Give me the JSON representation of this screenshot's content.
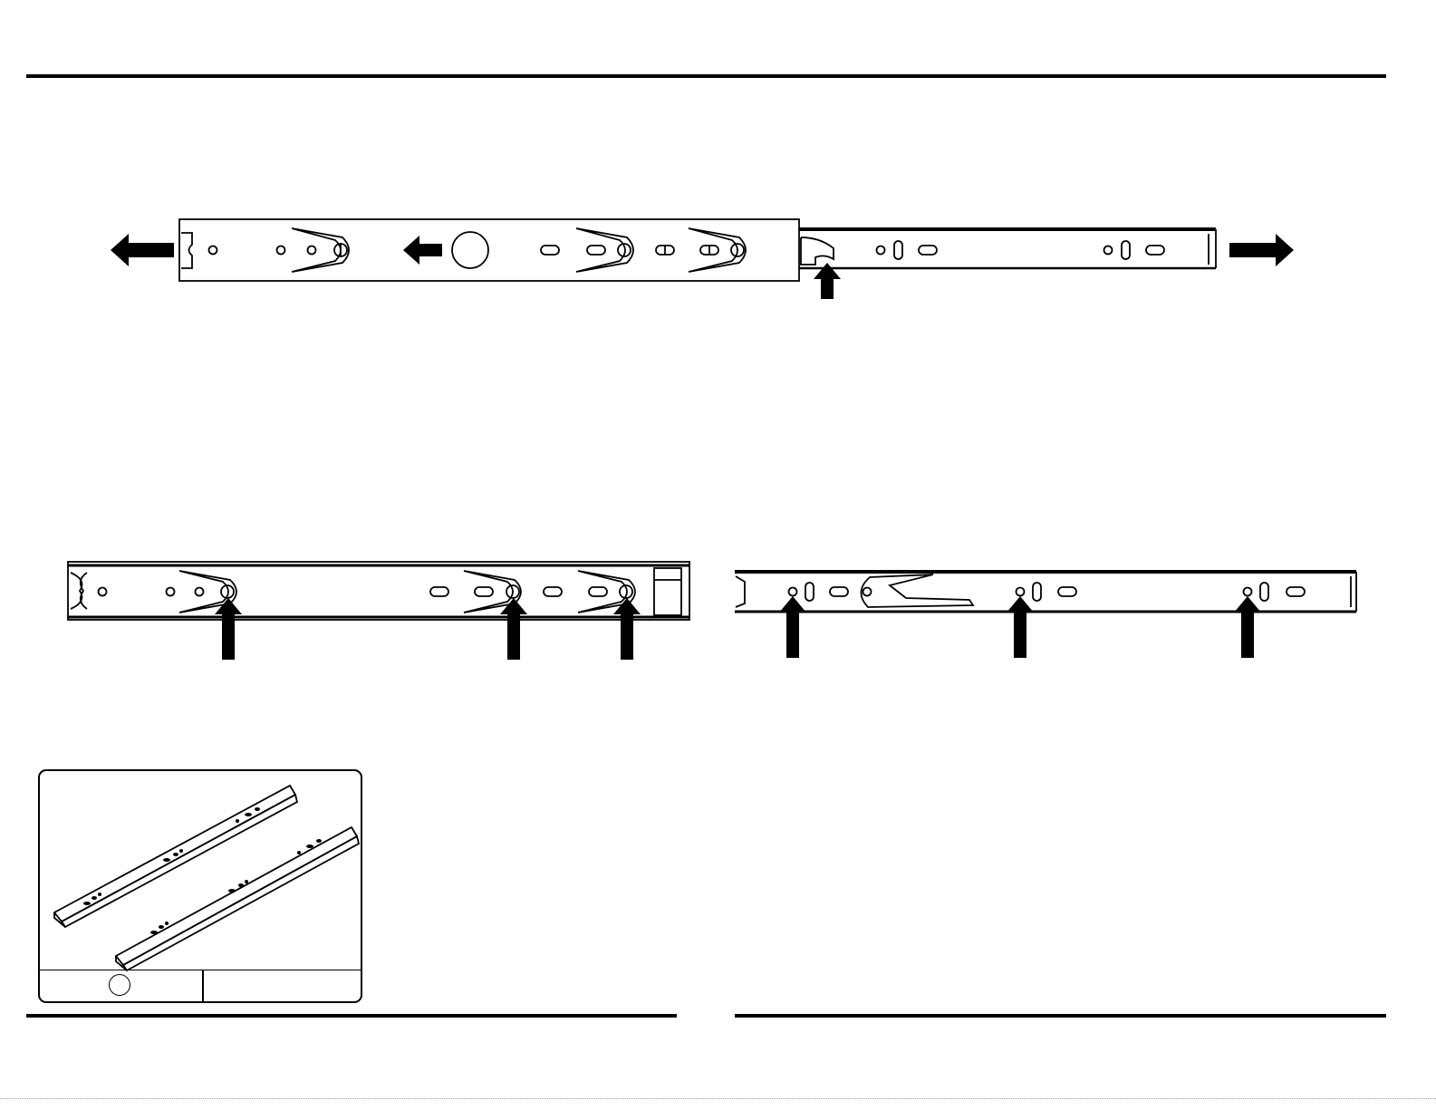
{
  "diagram": {
    "step_top": {
      "description_visible": "",
      "arrows": [
        "pull-left-arrow",
        "pull-left-arrow",
        "release-up-arrow",
        "pull-right-arrow"
      ]
    },
    "step_middle_left": {
      "arrows": [
        "screw-up-arrow",
        "screw-up-arrow",
        "screw-up-arrow"
      ]
    },
    "step_middle_right": {
      "arrows": [
        "screw-up-arrow",
        "screw-up-arrow",
        "screw-up-arrow"
      ]
    },
    "parts_box": {
      "part_label": "",
      "quantity": ""
    }
  },
  "colors": {
    "ink": "#000000",
    "paper": "#ffffff"
  }
}
